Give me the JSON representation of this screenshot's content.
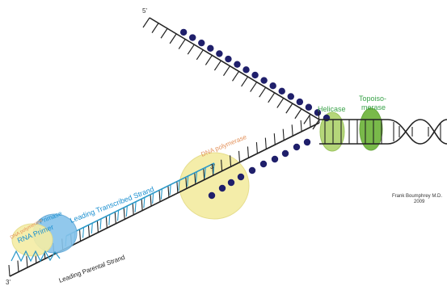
{
  "labels": {
    "five_prime": "5'",
    "three_prime_left": "3'",
    "three_prime_mid": "3'",
    "helicase": "Helicase",
    "topoisomerase_line1": "Topoiso-",
    "topoisomerase_line2": "merase",
    "dna_polymerase": "DNA polymerase",
    "rna_primer": "RNA Primer",
    "primase": "Primase",
    "leading_transcribed": "Leading Transcribed Strand",
    "leading_parental": "Leading Parental Strand",
    "dna_polymerase_small": "DNA polymerase",
    "credit_line1": "Frank Boumphrey M.D.",
    "credit_line2": "2009"
  },
  "colors": {
    "strand": "#222222",
    "nucleotide": "#1f1f6b",
    "transcribed": "#2a98c8",
    "rna_primer_line": "#2a98c8",
    "helicase_fill": "#b5d67a",
    "topo_fill": "#79b94a",
    "polymerase_fill": "#f4eda5",
    "primase_fill": "#86c3ea",
    "label_green": "#3aa34a",
    "label_blue": "#1a8fd0",
    "label_orange": "#e3915a"
  }
}
